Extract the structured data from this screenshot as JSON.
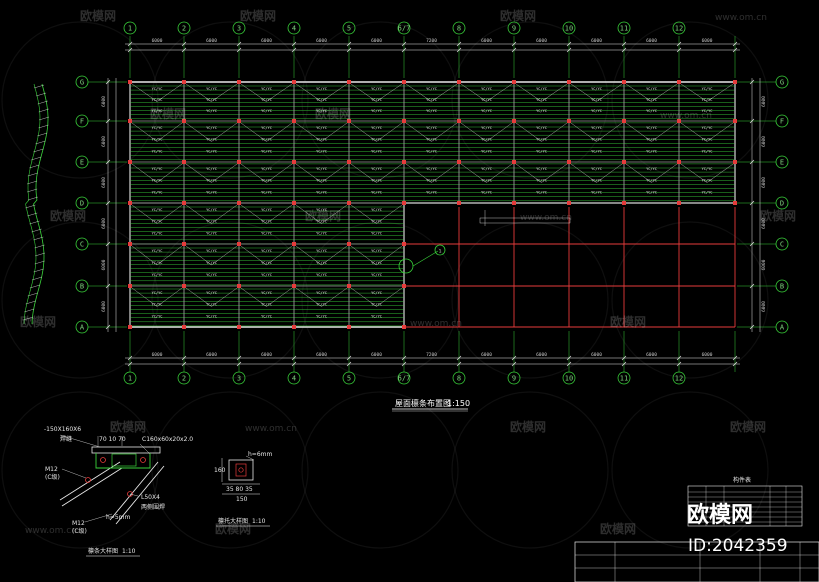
{
  "drawing": {
    "col_axes": [
      "1",
      "2",
      "3",
      "4",
      "5",
      "6/7",
      "8",
      "9",
      "10",
      "11",
      "12"
    ],
    "row_axes": [
      "G",
      "F",
      "E",
      "D",
      "C",
      "B",
      "A"
    ],
    "top_spans": [
      "6000",
      "6000",
      "6000",
      "6000",
      "6000",
      "7200",
      "6000",
      "6000",
      "6000",
      "6000",
      "6000"
    ],
    "bottom_spans": [
      "6000",
      "6000",
      "6000",
      "6000",
      "6000",
      "7200",
      "6000",
      "6000",
      "6000",
      "6000",
      "6000"
    ],
    "left_spans": [
      "6000",
      "6000",
      "6000",
      "6000",
      "6000",
      "6000"
    ],
    "purlin_label": "YC/YC",
    "ref_mark": "1",
    "main_title": "屋面檩条布置图",
    "main_scale": "1:150",
    "detail1": {
      "title": "檩条大样图",
      "scale": "1:10",
      "labels": {
        "plate": "-150X160X6",
        "dims": "70 10 70",
        "channel": "C160x60x20x2.0",
        "angle": "L50X4",
        "bolt1": "M12",
        "bolt1b": "(C级)",
        "bolt2": "M12",
        "bolt2b": "(C级)",
        "weld": "h=5mm",
        "note": "焊缝",
        "note2": "两侧围焊"
      }
    },
    "detail2": {
      "title": "檩托大样图",
      "scale": "1:10",
      "labels": {
        "dim_h": "160",
        "dims_b": "35 80 35",
        "dim_total": "150",
        "weld": "h=6mm"
      }
    },
    "title_block": {
      "header": "构件表"
    }
  },
  "watermarks": {
    "brand": "欧模网",
    "url": "www.om.cn"
  },
  "overlay": {
    "brand": "欧模网",
    "id": "ID:2042359"
  }
}
